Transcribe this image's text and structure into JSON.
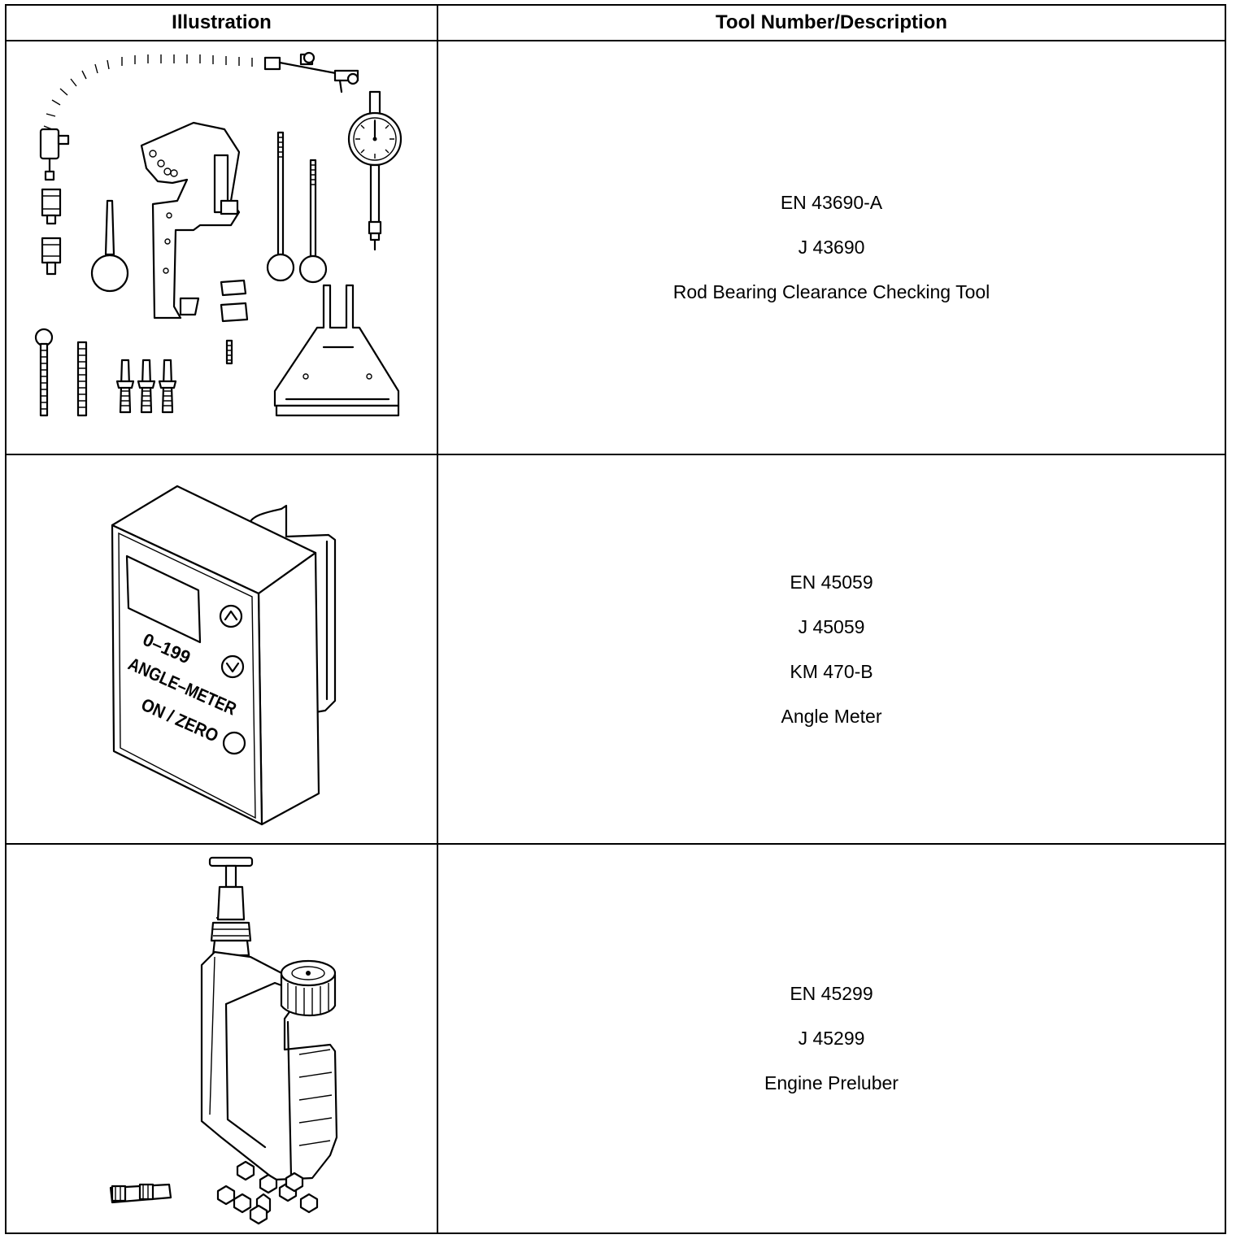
{
  "table": {
    "headers": {
      "illustration": "Illustration",
      "tool": "Tool Number/Description"
    },
    "rows": [
      {
        "illustration_icon": "rod-bearing-clearance-tool-kit-illustration",
        "lines": [
          "EN 43690-A",
          "J 43690",
          "Rod Bearing Clearance Checking Tool"
        ]
      },
      {
        "illustration_icon": "angle-meter-illustration",
        "illustration_labels": {
          "range": "0–199",
          "name": "ANGLE–METER",
          "button": "ON / ZERO"
        },
        "lines": [
          "EN 45059",
          "J 45059",
          "KM 470-B",
          "Angle Meter"
        ]
      },
      {
        "illustration_icon": "engine-prelubber-illustration",
        "lines": [
          "EN 45299",
          "J 45299",
          "Engine Preluber"
        ]
      }
    ]
  }
}
